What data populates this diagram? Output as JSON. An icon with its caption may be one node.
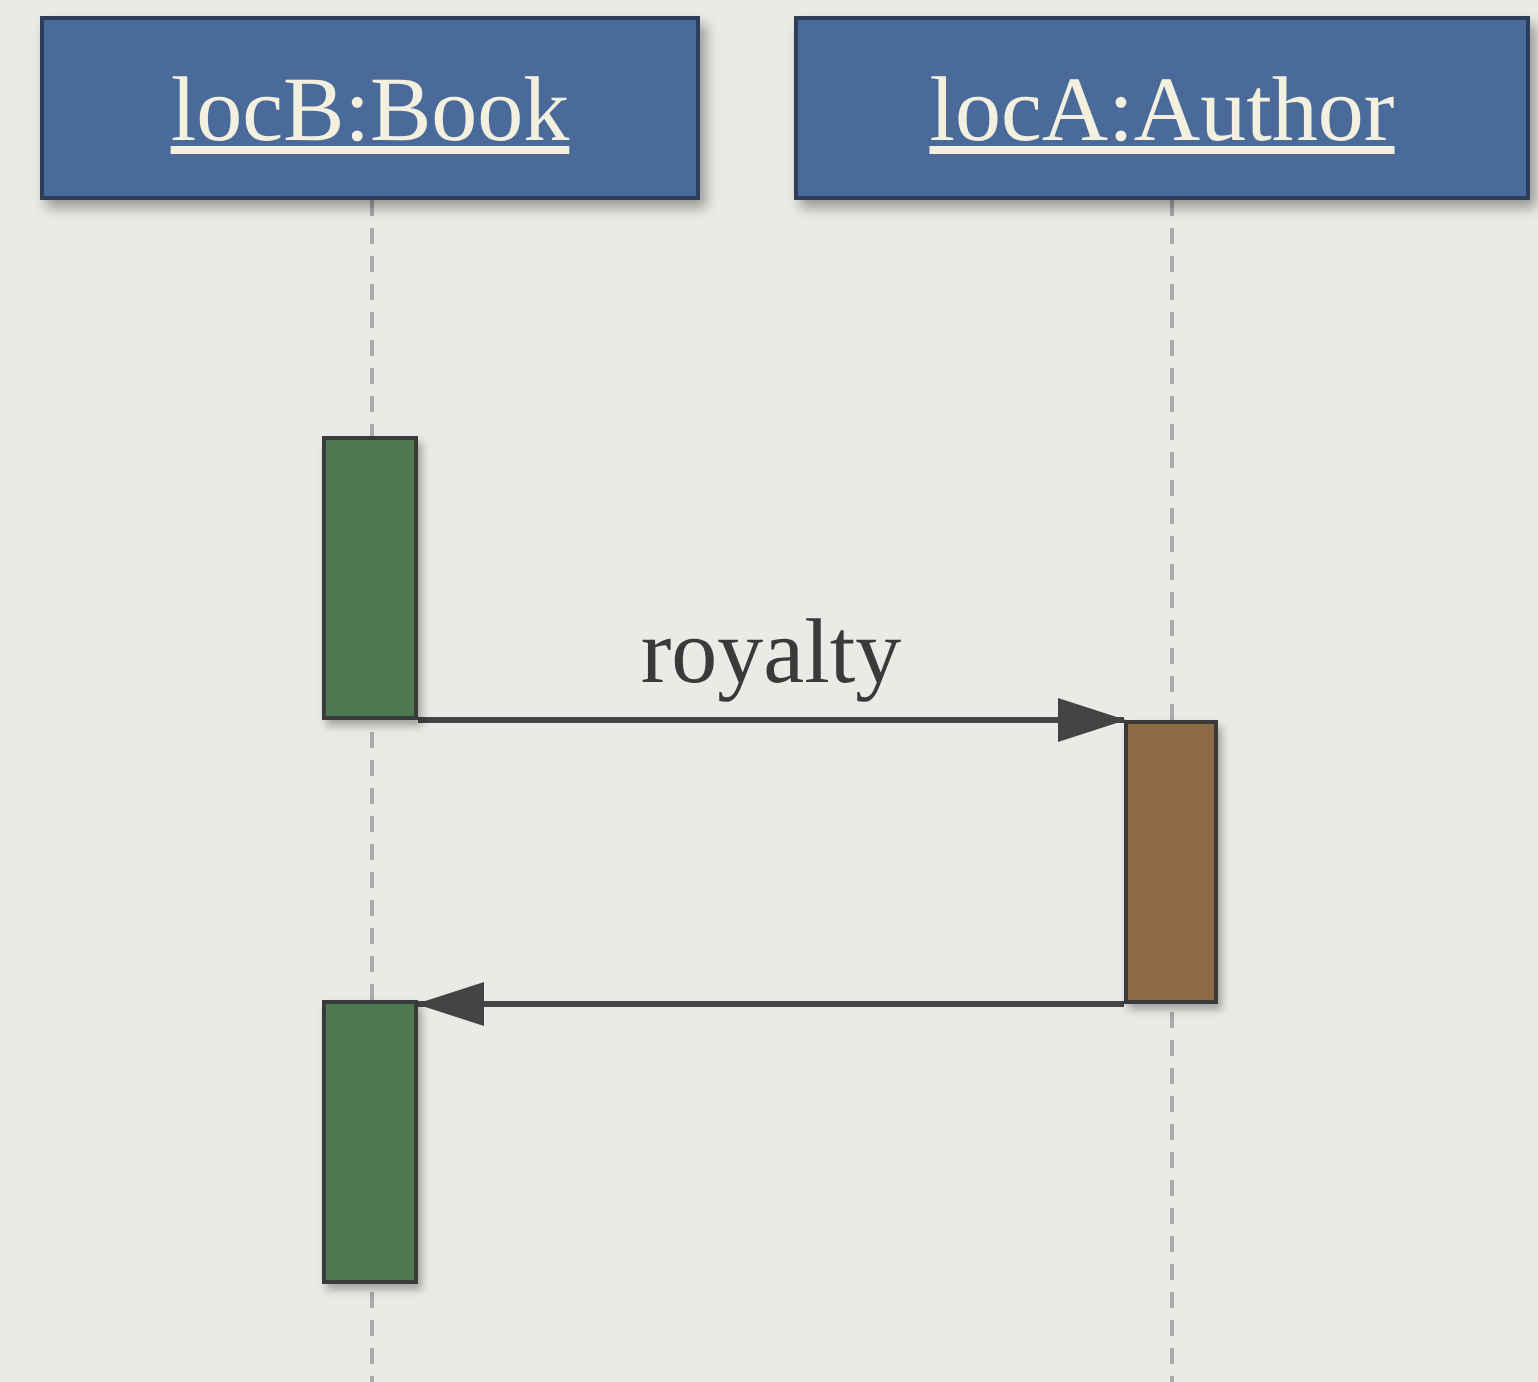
{
  "diagram": {
    "nodes": [
      {
        "text": [
          "locB:Book"
        ]
      },
      {
        "text": [
          "locA:Author"
        ]
      },
      {
        "text": [],
        "shape": "bar"
      },
      {
        "text": [],
        "shape": "bar"
      },
      {
        "text": [],
        "shape": "bar"
      }
    ],
    "edges": [
      {
        "from": 2,
        "to": 3,
        "arrow": "to",
        "label": "royalty"
      },
      {
        "from": 3,
        "to": 4,
        "arrow": "to"
      }
    ]
  }
}
